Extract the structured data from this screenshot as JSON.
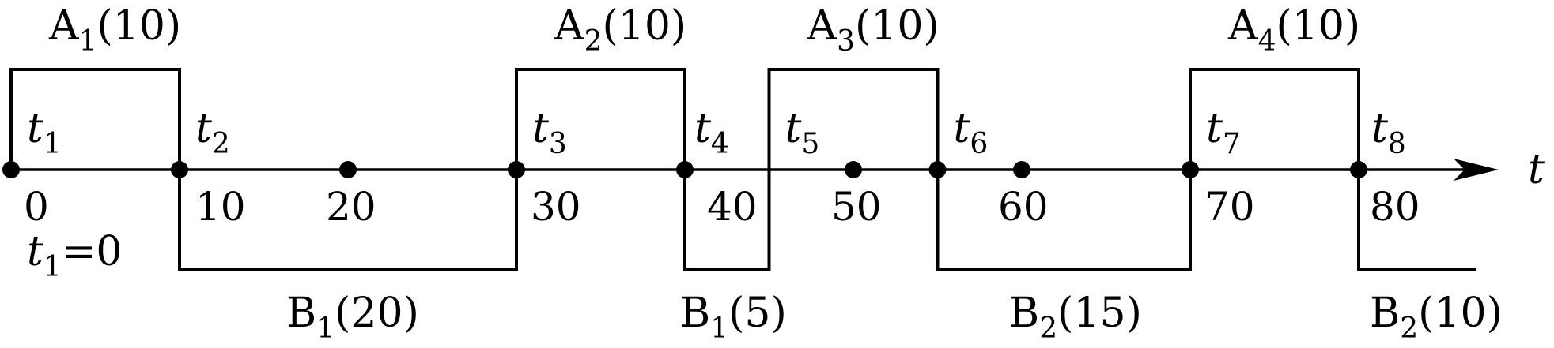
{
  "axis": {
    "variable": "t"
  },
  "initial_condition": {
    "var": "t",
    "sub": "1",
    "eq": "=0"
  },
  "timeline": {
    "ticks": [
      "0",
      "10",
      "20",
      "30",
      "40",
      "50",
      "60",
      "70",
      "80"
    ],
    "events": [
      {
        "var": "t",
        "sub": "1"
      },
      {
        "var": "t",
        "sub": "2"
      },
      {
        "var": "t",
        "sub": "3"
      },
      {
        "var": "t",
        "sub": "4"
      },
      {
        "var": "t",
        "sub": "5"
      },
      {
        "var": "t",
        "sub": "6"
      },
      {
        "var": "t",
        "sub": "7"
      },
      {
        "var": "t",
        "sub": "8"
      }
    ]
  },
  "upper_phases": [
    {
      "name": "A",
      "sub": "1",
      "duration": "(10)",
      "start": 0,
      "end": 10
    },
    {
      "name": "A",
      "sub": "2",
      "duration": "(10)",
      "start": 30,
      "end": 40
    },
    {
      "name": "A",
      "sub": "3",
      "duration": "(10)",
      "start": 45,
      "end": 55
    },
    {
      "name": "A",
      "sub": "4",
      "duration": "(10)",
      "start": 70,
      "end": 80
    }
  ],
  "lower_phases": [
    {
      "name": "B",
      "sub": "1",
      "duration": "(20)",
      "start": 10,
      "end": 30
    },
    {
      "name": "B",
      "sub": "1",
      "duration": "(5)",
      "start": 40,
      "end": 45
    },
    {
      "name": "B",
      "sub": "2",
      "duration": "(15)",
      "start": 55,
      "end": 70
    },
    {
      "name": "B",
      "sub": "2",
      "duration": "(10)",
      "start": 80,
      "end": 87
    }
  ]
}
